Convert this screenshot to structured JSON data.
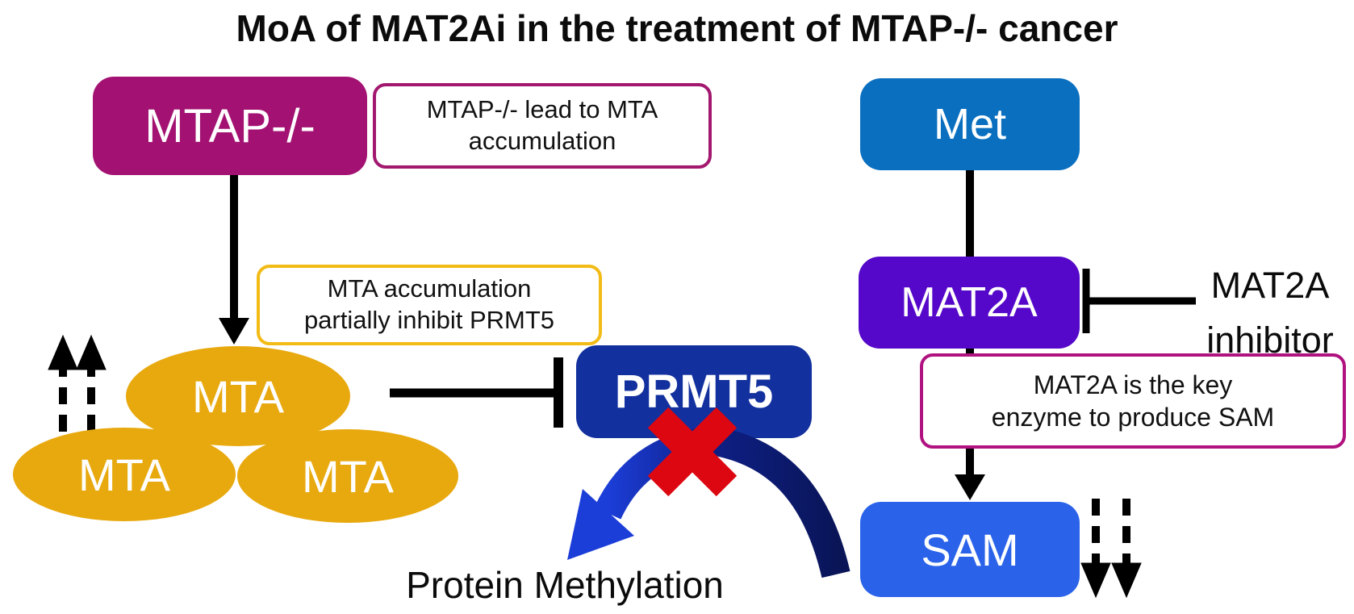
{
  "title": "MoA of MAT2Ai in the treatment of MTAP-/- cancer",
  "left_pathway": {
    "mtap_label": "MTAP-/-",
    "mta_label": "MTA",
    "prmt5_label": "PRMT5",
    "protein_methylation_label": "Protein Methylation",
    "mtap_note_line1": "MTAP-/- lead to MTA",
    "mtap_note_line2": "accumulation",
    "mta_note_line1": "MTA accumulation",
    "mta_note_line2": "partially inhibit PRMT5"
  },
  "right_pathway": {
    "met_label": "Met",
    "mat2a_label": "MAT2A",
    "sam_label": "SAM",
    "inhibitor_label_line1": "MAT2A",
    "inhibitor_label_line2": "inhibitor",
    "mat2a_note_line1": "MAT2A is the key",
    "mat2a_note_line2": "enzyme to produce SAM"
  },
  "colors": {
    "mtap_magenta": "#A31272",
    "note_magenta_border": "#A3186F",
    "mta_gold": "#E8A90F",
    "note_gold_border": "#F2BB16",
    "prmt5_royal_blue": "#12309E",
    "met_medium_blue": "#0A6FBF",
    "mat2a_purple": "#5508C9",
    "sam_bright_blue": "#2A63EA",
    "blocked_x_red": "#DD0711",
    "curved_arrow_navy": "#0A1558",
    "curved_arrow_blue": "#1C3ED8",
    "connector_black": "#000000"
  }
}
